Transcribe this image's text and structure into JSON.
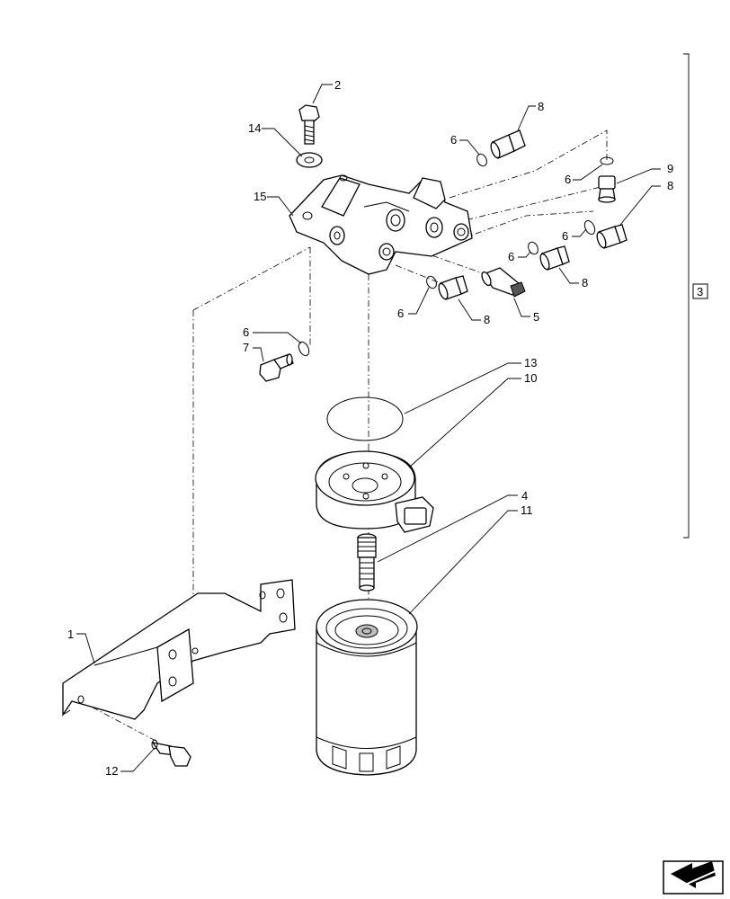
{
  "callouts": {
    "c1": "1",
    "c2": "2",
    "c3": "3",
    "c4": "4",
    "c5": "5",
    "c6a": "6",
    "c6b": "6",
    "c6c": "6",
    "c6d": "6",
    "c6e": "6",
    "c6f": "6",
    "c7": "7",
    "c8a": "8",
    "c8b": "8",
    "c8c": "8",
    "c8d": "8",
    "c9": "9",
    "c10": "10",
    "c11": "11",
    "c12": "12",
    "c13": "13",
    "c14": "14",
    "c15": "15"
  },
  "nav": {
    "icon": "next-page-arrow-icon"
  }
}
